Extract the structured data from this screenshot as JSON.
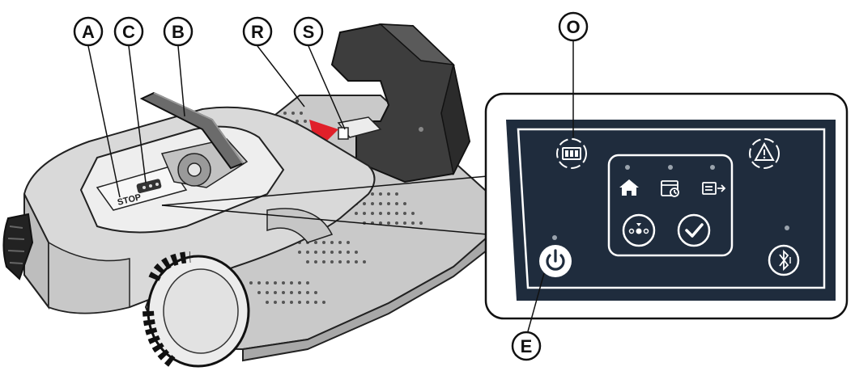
{
  "callouts": {
    "A": "A",
    "C": "C",
    "B": "B",
    "R": "R",
    "S": "S",
    "O": "O",
    "E": "E"
  },
  "mower": {
    "stop_label": "STOP"
  },
  "panel": {
    "colors": {
      "panel_bg": "#1f2c3d",
      "frame": "#ffffff",
      "icon": "#ffffff",
      "led": "#9aa3ad"
    },
    "icons": [
      "battery-icon",
      "warning-icon",
      "home-icon",
      "schedule-icon",
      "charging-station-icon",
      "mode-select-icon",
      "confirm-icon",
      "power-icon",
      "bluetooth-icon"
    ]
  },
  "colors": {
    "arrow": "#e0202a",
    "mower_body": "#d9d9d9",
    "station": "#3d3d3d"
  }
}
